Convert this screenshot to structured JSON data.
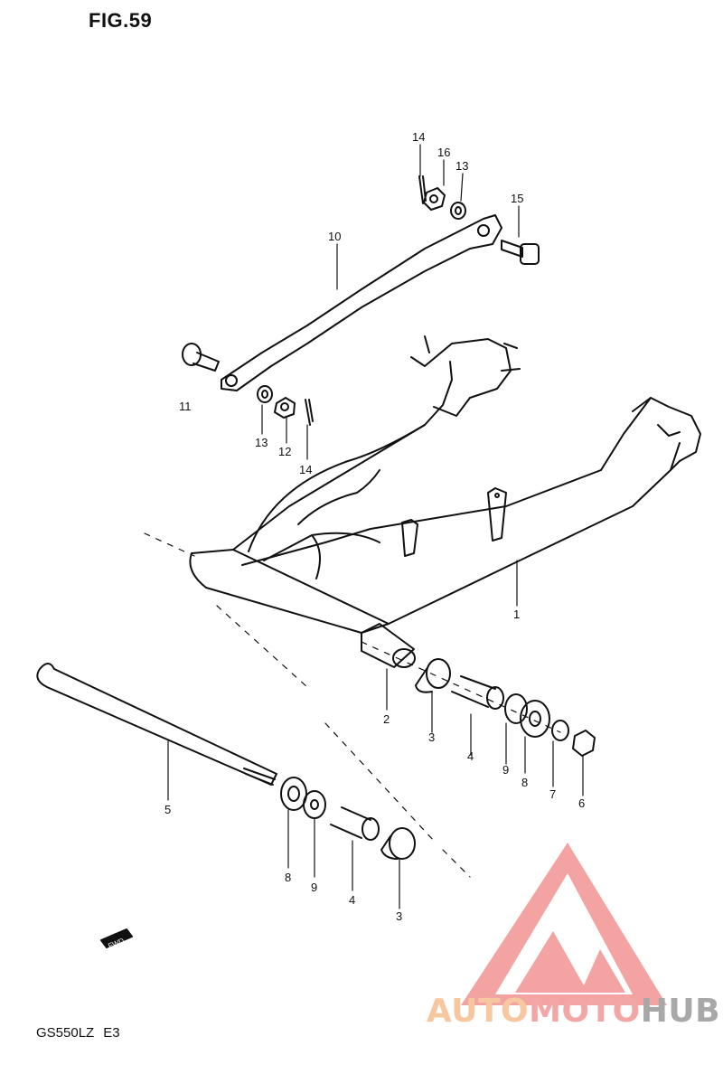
{
  "figure": {
    "title": "FIG.59"
  },
  "model": {
    "code": "GS550LZ",
    "region": "E3"
  },
  "fwd_label": "FWD",
  "callouts": [
    {
      "id": "c14a",
      "label": "14"
    },
    {
      "id": "c16",
      "label": "16"
    },
    {
      "id": "c13a",
      "label": "13"
    },
    {
      "id": "c15",
      "label": "15"
    },
    {
      "id": "c10",
      "label": "10"
    },
    {
      "id": "c11",
      "label": "11"
    },
    {
      "id": "c13b",
      "label": "13"
    },
    {
      "id": "c12",
      "label": "12"
    },
    {
      "id": "c14b",
      "label": "14"
    },
    {
      "id": "c1",
      "label": "1"
    },
    {
      "id": "c2",
      "label": "2"
    },
    {
      "id": "c3a",
      "label": "3"
    },
    {
      "id": "c4a",
      "label": "4"
    },
    {
      "id": "c9a",
      "label": "9"
    },
    {
      "id": "c8a",
      "label": "8"
    },
    {
      "id": "c7",
      "label": "7"
    },
    {
      "id": "c6",
      "label": "6"
    },
    {
      "id": "c5",
      "label": "5"
    },
    {
      "id": "c8b",
      "label": "8"
    },
    {
      "id": "c9b",
      "label": "9"
    },
    {
      "id": "c4b",
      "label": "4"
    },
    {
      "id": "c3b",
      "label": "3"
    }
  ],
  "watermark": {
    "part1": "AUTO",
    "part2": "MOTO",
    "part3": "HUB"
  }
}
